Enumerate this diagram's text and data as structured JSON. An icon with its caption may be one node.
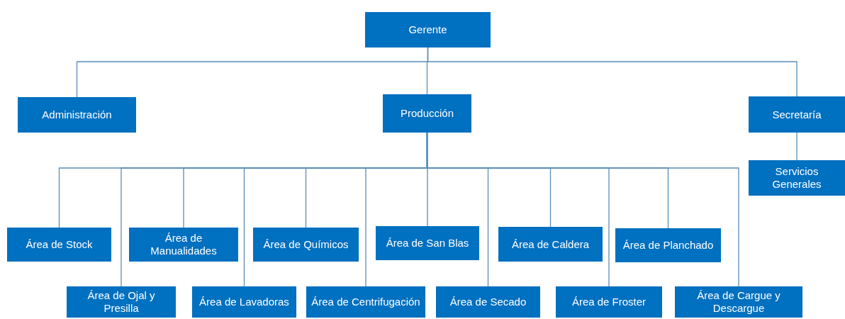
{
  "diagram": {
    "nodes": [
      {
        "text": [
          "Gerente"
        ]
      },
      {
        "text": [
          "Administración"
        ]
      },
      {
        "text": [
          "Producción"
        ]
      },
      {
        "text": [
          "Secretaría"
        ]
      },
      {
        "text": [
          "Servicios Generales"
        ]
      },
      {
        "text": [
          "Área de Stock"
        ]
      },
      {
        "text": [
          "Área de Manualidades"
        ]
      },
      {
        "text": [
          "Área de Químicos"
        ]
      },
      {
        "text": [
          "Área de San Blas"
        ]
      },
      {
        "text": [
          "Área de Caldera"
        ]
      },
      {
        "text": [
          "Área de Planchado"
        ]
      },
      {
        "text": [
          "Área de Ojal y Presilla"
        ]
      },
      {
        "text": [
          "Área de Lavadoras"
        ]
      },
      {
        "text": [
          "Área de Centrifugación"
        ]
      },
      {
        "text": [
          "Área de Secado"
        ]
      },
      {
        "text": [
          "Área de Froster"
        ]
      },
      {
        "text": [
          "Área de Cargue y Descargue"
        ]
      }
    ],
    "edges": [
      {
        "from": 0,
        "to": 1,
        "arrow": "none"
      },
      {
        "from": 0,
        "to": 2,
        "arrow": "none"
      },
      {
        "from": 0,
        "to": 3,
        "arrow": "none"
      },
      {
        "from": 3,
        "to": 4,
        "arrow": "none"
      },
      {
        "from": 2,
        "to": 5,
        "arrow": "none"
      },
      {
        "from": 2,
        "to": 11,
        "arrow": "none"
      },
      {
        "from": 2,
        "to": 6,
        "arrow": "none"
      },
      {
        "from": 2,
        "to": 12,
        "arrow": "none"
      },
      {
        "from": 2,
        "to": 7,
        "arrow": "none"
      },
      {
        "from": 2,
        "to": 13,
        "arrow": "none"
      },
      {
        "from": 2,
        "to": 8,
        "arrow": "none"
      },
      {
        "from": 2,
        "to": 14,
        "arrow": "none"
      },
      {
        "from": 2,
        "to": 9,
        "arrow": "none"
      },
      {
        "from": 2,
        "to": 15,
        "arrow": "none"
      },
      {
        "from": 2,
        "to": 10,
        "arrow": "none"
      },
      {
        "from": 2,
        "to": 16,
        "arrow": "none"
      }
    ]
  }
}
